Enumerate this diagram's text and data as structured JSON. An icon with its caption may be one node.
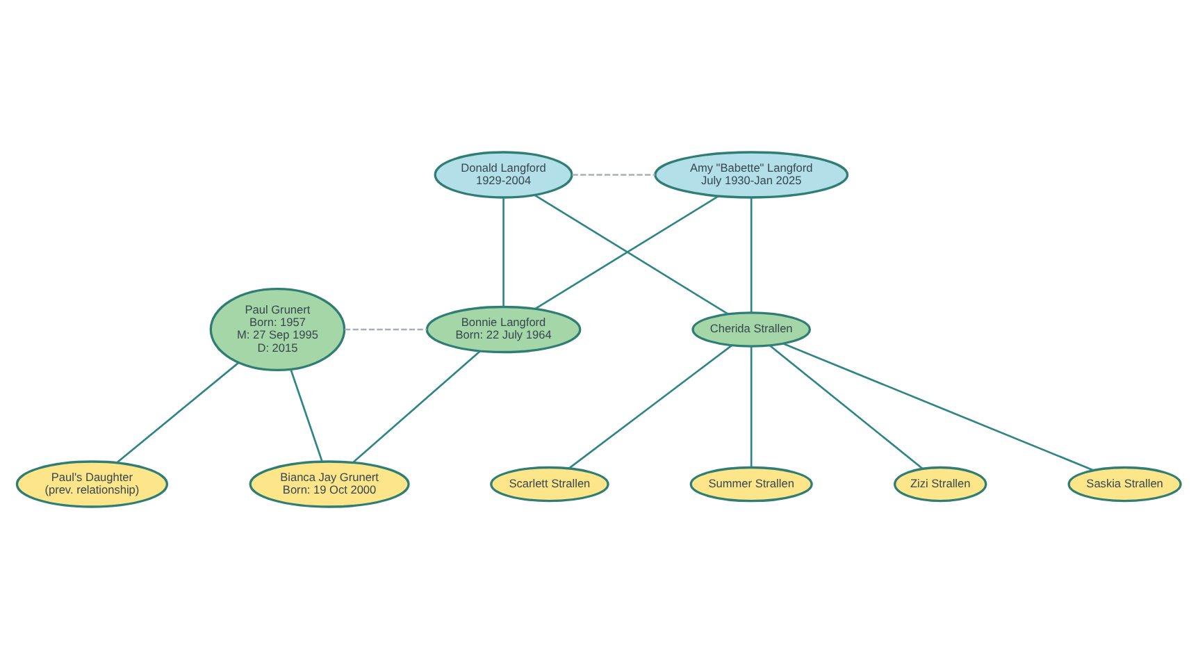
{
  "diagram": {
    "nodes": [
      {
        "text": [
          "Donald Langford",
          "1929-2004"
        ]
      },
      {
        "text": [
          "Amy \"Babette\" Langford",
          "July 1930-Jan 2025"
        ]
      },
      {
        "text": [
          "Paul Grunert",
          "Born: 1957",
          "M: 27 Sep 1995",
          "D: 2015"
        ]
      },
      {
        "text": [
          "Bonnie Langford",
          "Born: 22 July 1964"
        ]
      },
      {
        "text": [
          "Cherida Strallen"
        ]
      },
      {
        "text": [
          "Paul's Daughter",
          "(prev. relationship)"
        ]
      },
      {
        "text": [
          "Bianca Jay Grunert",
          "Born: 19 Oct 2000"
        ]
      },
      {
        "text": [
          "Scarlett Strallen"
        ]
      },
      {
        "text": [
          "Summer Strallen"
        ]
      },
      {
        "text": [
          "Zizi Strallen"
        ]
      },
      {
        "text": [
          "Saskia Strallen"
        ]
      }
    ],
    "edges": [
      {
        "from": 0,
        "to": 1,
        "arrow": "none",
        "style": "dashed",
        "color": "#a9aebb"
      },
      {
        "from": 0,
        "to": 3,
        "arrow": "none"
      },
      {
        "from": 0,
        "to": 4,
        "arrow": "none"
      },
      {
        "from": 1,
        "to": 3,
        "arrow": "none"
      },
      {
        "from": 1,
        "to": 4,
        "arrow": "none"
      },
      {
        "from": 2,
        "to": 3,
        "arrow": "none",
        "style": "dashed",
        "color": "#a9aebb"
      },
      {
        "from": 2,
        "to": 5,
        "arrow": "none"
      },
      {
        "from": 2,
        "to": 6,
        "arrow": "none"
      },
      {
        "from": 3,
        "to": 6,
        "arrow": "none"
      },
      {
        "from": 4,
        "to": 7,
        "arrow": "none"
      },
      {
        "from": 4,
        "to": 8,
        "arrow": "none"
      },
      {
        "from": 4,
        "to": 9,
        "arrow": "none"
      },
      {
        "from": 4,
        "to": 10,
        "arrow": "none"
      }
    ]
  }
}
